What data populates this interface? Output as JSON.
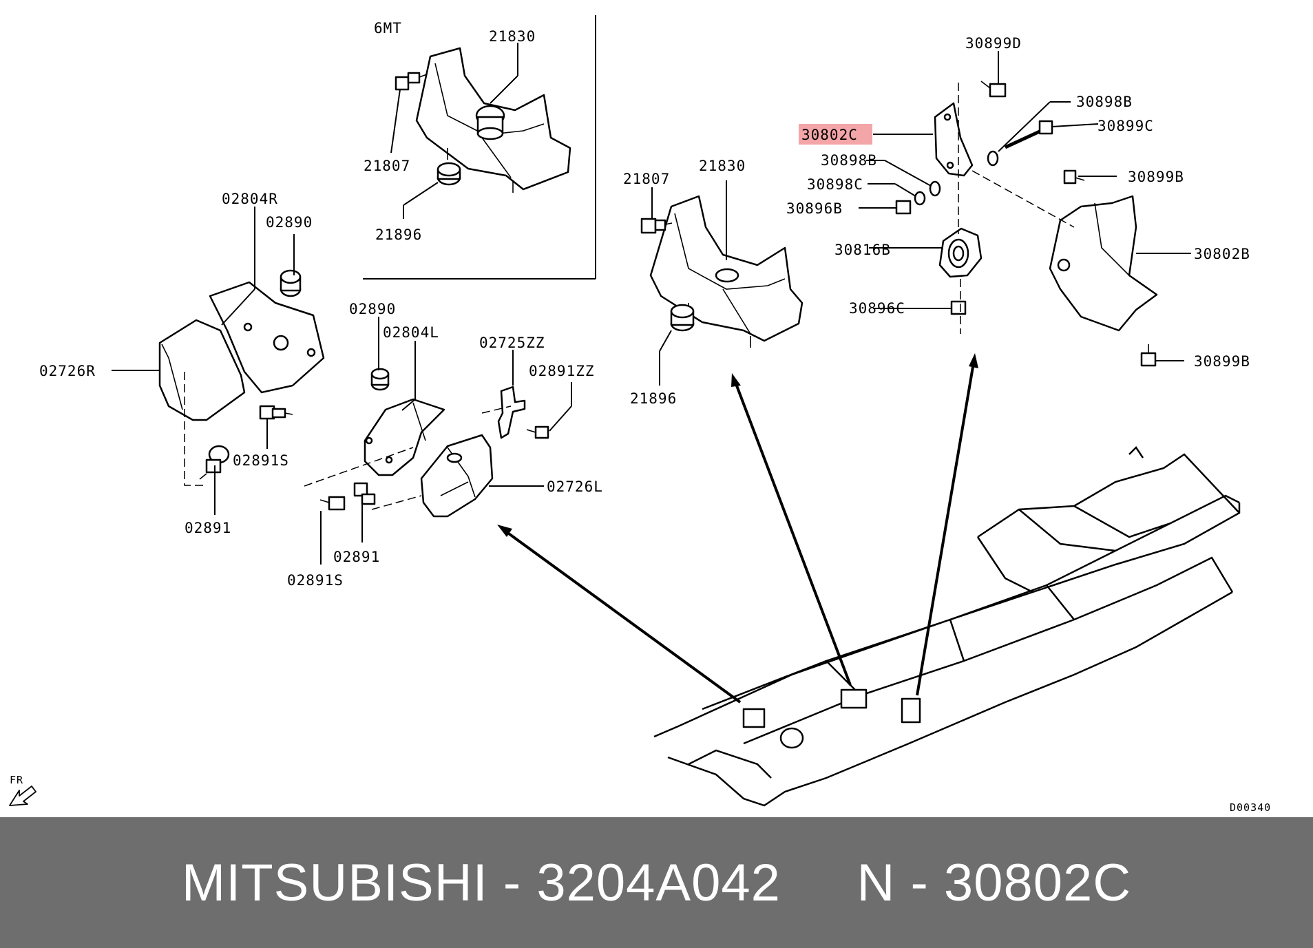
{
  "diagram": {
    "inset_label": "6MT",
    "drawing_code": "D00340",
    "front_marker": "FR",
    "highlight_color": "#f3a5a8",
    "callouts": [
      {
        "id": "c01",
        "text": "21830"
      },
      {
        "id": "c02",
        "text": "21807"
      },
      {
        "id": "c03",
        "text": "21896"
      },
      {
        "id": "c04",
        "text": "02804R"
      },
      {
        "id": "c05",
        "text": "02890"
      },
      {
        "id": "c06",
        "text": "02726R"
      },
      {
        "id": "c07",
        "text": "02891S"
      },
      {
        "id": "c08",
        "text": "02891"
      },
      {
        "id": "c09",
        "text": "02890"
      },
      {
        "id": "c10",
        "text": "02804L"
      },
      {
        "id": "c11",
        "text": "02725ZZ"
      },
      {
        "id": "c12",
        "text": "02891ZZ"
      },
      {
        "id": "c13",
        "text": "02726L"
      },
      {
        "id": "c14",
        "text": "02891"
      },
      {
        "id": "c15",
        "text": "02891S"
      },
      {
        "id": "c16",
        "text": "21807"
      },
      {
        "id": "c17",
        "text": "21830"
      },
      {
        "id": "c18",
        "text": "21896"
      },
      {
        "id": "c19",
        "text": "30899D"
      },
      {
        "id": "c20",
        "text": "30898B"
      },
      {
        "id": "c21",
        "text": "30802C",
        "highlighted": true
      },
      {
        "id": "c22",
        "text": "30899C"
      },
      {
        "id": "c23",
        "text": "30898B"
      },
      {
        "id": "c24",
        "text": "30898C"
      },
      {
        "id": "c25",
        "text": "30896B"
      },
      {
        "id": "c26",
        "text": "30899B"
      },
      {
        "id": "c27",
        "text": "30816B"
      },
      {
        "id": "c28",
        "text": "30802B"
      },
      {
        "id": "c29",
        "text": "30896C"
      },
      {
        "id": "c30",
        "text": "30899B"
      }
    ]
  },
  "footer": {
    "brand": "MITSUBISHI",
    "part_number": "3204A042",
    "ref_prefix": "N",
    "ref_number": "30802C",
    "separator": "-"
  }
}
